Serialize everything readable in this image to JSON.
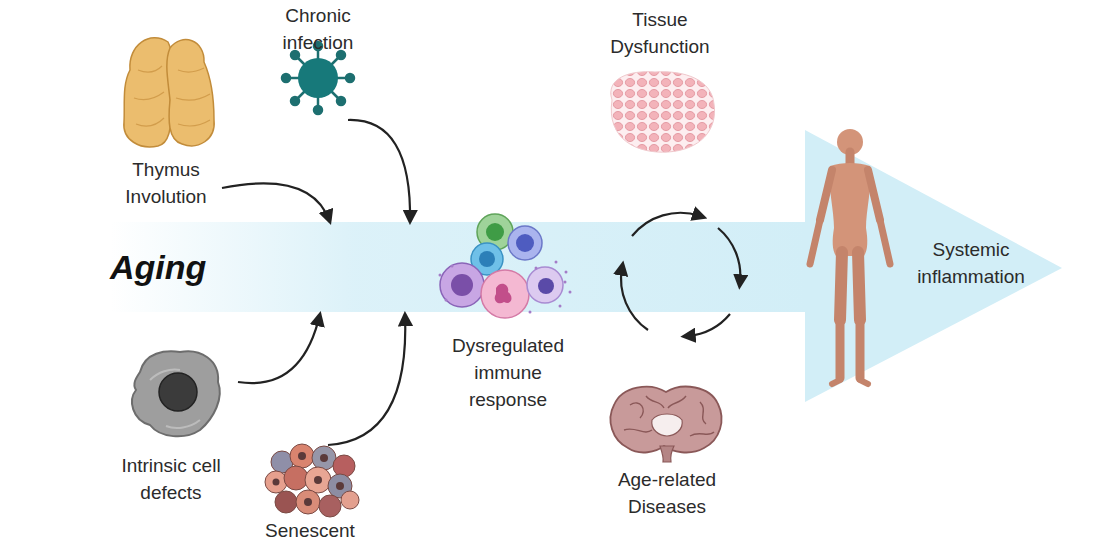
{
  "diagram": {
    "nodes": [
      {
        "text": [
          "Chronic infection"
        ]
      },
      {
        "text": [
          "Tissue Dysfunction"
        ]
      },
      {
        "text": [
          "Thymus Involution"
        ]
      },
      {
        "text": [
          "Aging"
        ]
      },
      {
        "text": [
          "Dysregulated immune response"
        ]
      },
      {
        "text": [
          "Intrinsic cell defects"
        ]
      },
      {
        "text": [
          "Age-related Diseases"
        ]
      },
      {
        "text": [
          "Senescent"
        ]
      }
    ],
    "edges": [
      {
        "from": 2,
        "to": 3,
        "arrow": "to"
      },
      {
        "from": 0,
        "to": 3,
        "arrow": "to"
      },
      {
        "from": 5,
        "to": 3,
        "arrow": "to"
      },
      {
        "from": 7,
        "to": 3,
        "arrow": "to"
      }
    ],
    "labels": [
      "Systemic inflammation"
    ]
  }
}
